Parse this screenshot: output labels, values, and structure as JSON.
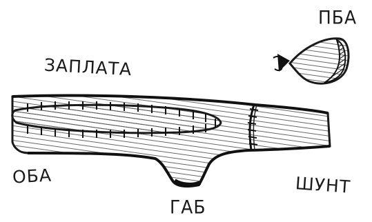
{
  "labels": {
    "patch": "ЗАПЛАТА",
    "oba": "ОБА",
    "gab": "ГАБ",
    "shunt": "ШУНТ",
    "pba": "ПБА"
  },
  "colors": {
    "ink": "#1a1a1a",
    "paper": "#ffffff"
  }
}
